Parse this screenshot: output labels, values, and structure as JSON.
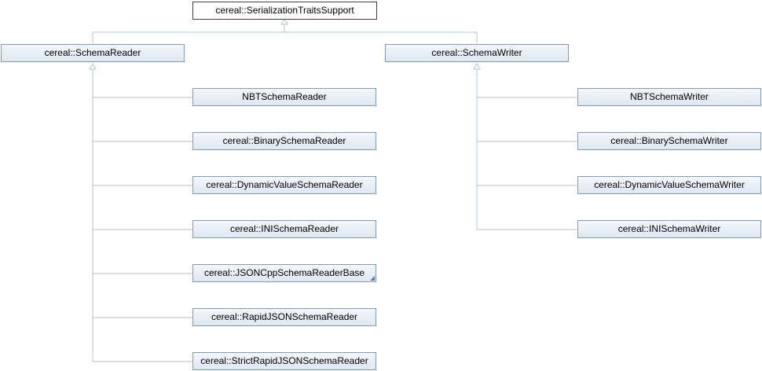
{
  "root": {
    "label": "cereal::SerializationTraitsSupport"
  },
  "reader": {
    "label": "cereal::SchemaReader",
    "children": [
      {
        "label": "NBTSchemaReader"
      },
      {
        "label": "cereal::BinarySchemaReader"
      },
      {
        "label": "cereal::DynamicValueSchemaReader"
      },
      {
        "label": "cereal::INISchemaReader"
      },
      {
        "label": "cereal::JSONCppSchemaReaderBase",
        "truncated": true
      },
      {
        "label": "cereal::RapidJSONSchemaReader"
      },
      {
        "label": "cereal::StrictRapidJSONSchemaReader"
      }
    ]
  },
  "writer": {
    "label": "cereal::SchemaWriter",
    "children": [
      {
        "label": "NBTSchemaWriter"
      },
      {
        "label": "cereal::BinarySchemaWriter"
      },
      {
        "label": "cereal::DynamicValueSchemaWriter"
      },
      {
        "label": "cereal::INISchemaWriter"
      }
    ]
  },
  "colors": {
    "edge": "#a9c6da",
    "node_border": "#7f9cc0",
    "root_border": "#404040"
  }
}
